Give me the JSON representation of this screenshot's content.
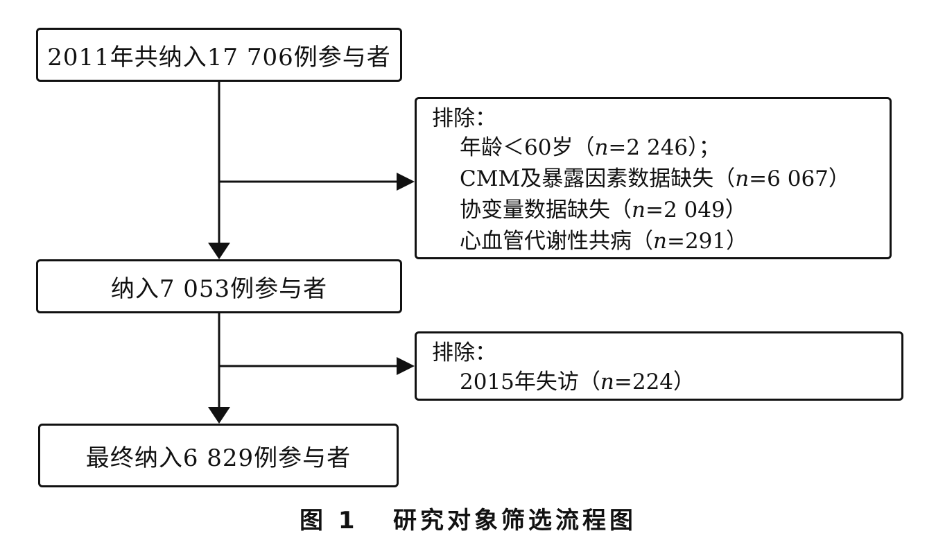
{
  "flow": {
    "start": "2011年共纳入17 706例参与者",
    "middle": "纳入7 053例参与者",
    "final": "最终纳入6 829例参与者"
  },
  "exclusion1": {
    "title": "排除：",
    "items": [
      {
        "text": "年龄＜60岁（",
        "n": "n",
        "value": "=2 246）；"
      },
      {
        "text": "CMM及暴露因素数据缺失（",
        "n": "n",
        "value": "=6 067）"
      },
      {
        "text": "协变量数据缺失（",
        "n": "n",
        "value": "=2 049）"
      },
      {
        "text": "心血管代谢性共病（",
        "n": "n",
        "value": "=291）"
      }
    ]
  },
  "exclusion2": {
    "title": "排除：",
    "items": [
      {
        "text": "2015年失访（",
        "n": "n",
        "value": "=224）"
      }
    ]
  },
  "caption": "图 1   研究对象筛选流程图"
}
